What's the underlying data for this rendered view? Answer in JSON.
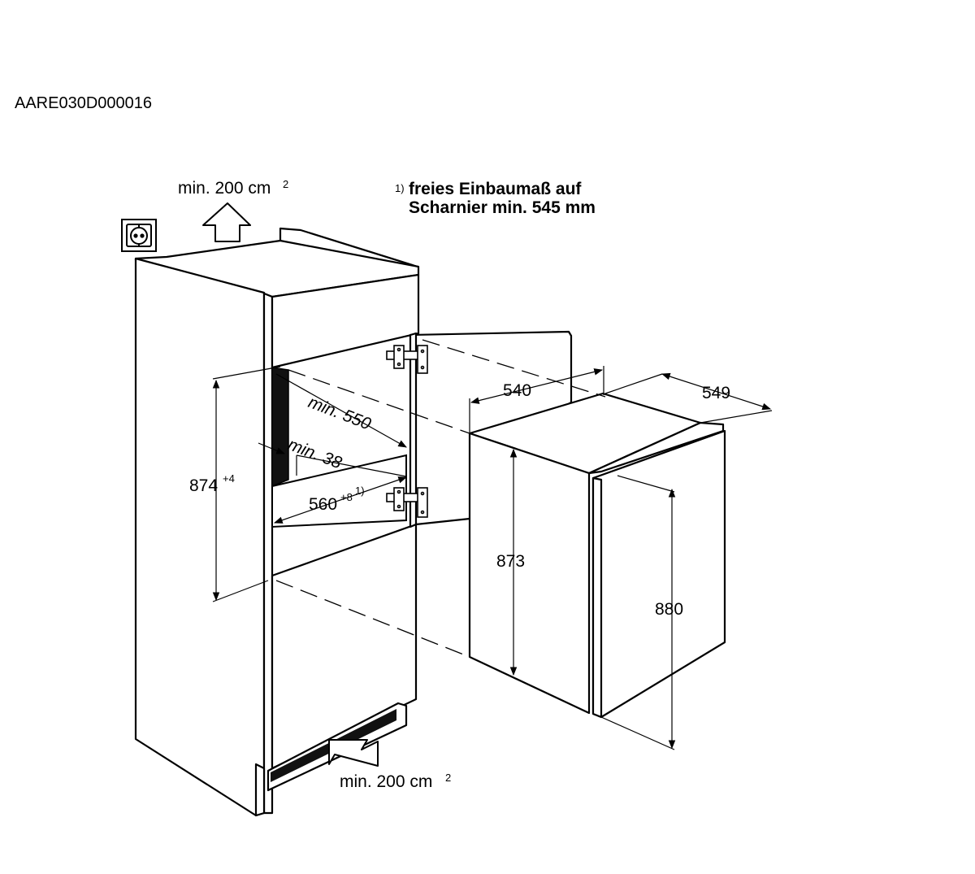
{
  "drawing_id": "AARE030D000016",
  "vent_top": {
    "value": "min. 200 cm",
    "exp": "2"
  },
  "vent_bottom": {
    "value": "min. 200 cm",
    "exp": "2"
  },
  "note": {
    "marker": "1)",
    "line1": "freies Einbaumaß auf",
    "line2": "Scharnier min. 545 mm"
  },
  "dims": {
    "niche_height": {
      "value": "874",
      "sup": "+4"
    },
    "niche_depth": "min. 550",
    "vent_gap": "min. 38",
    "niche_width": {
      "value": "560",
      "sup": "+8",
      "note": "1)"
    },
    "appliance_width": "540",
    "appliance_depth": "549",
    "appliance_height": "873",
    "door_height": "880"
  },
  "icons": [
    "power-socket-icon",
    "airflow-arrow-up-icon",
    "airflow-arrow-in-icon",
    "hinge-icon"
  ]
}
